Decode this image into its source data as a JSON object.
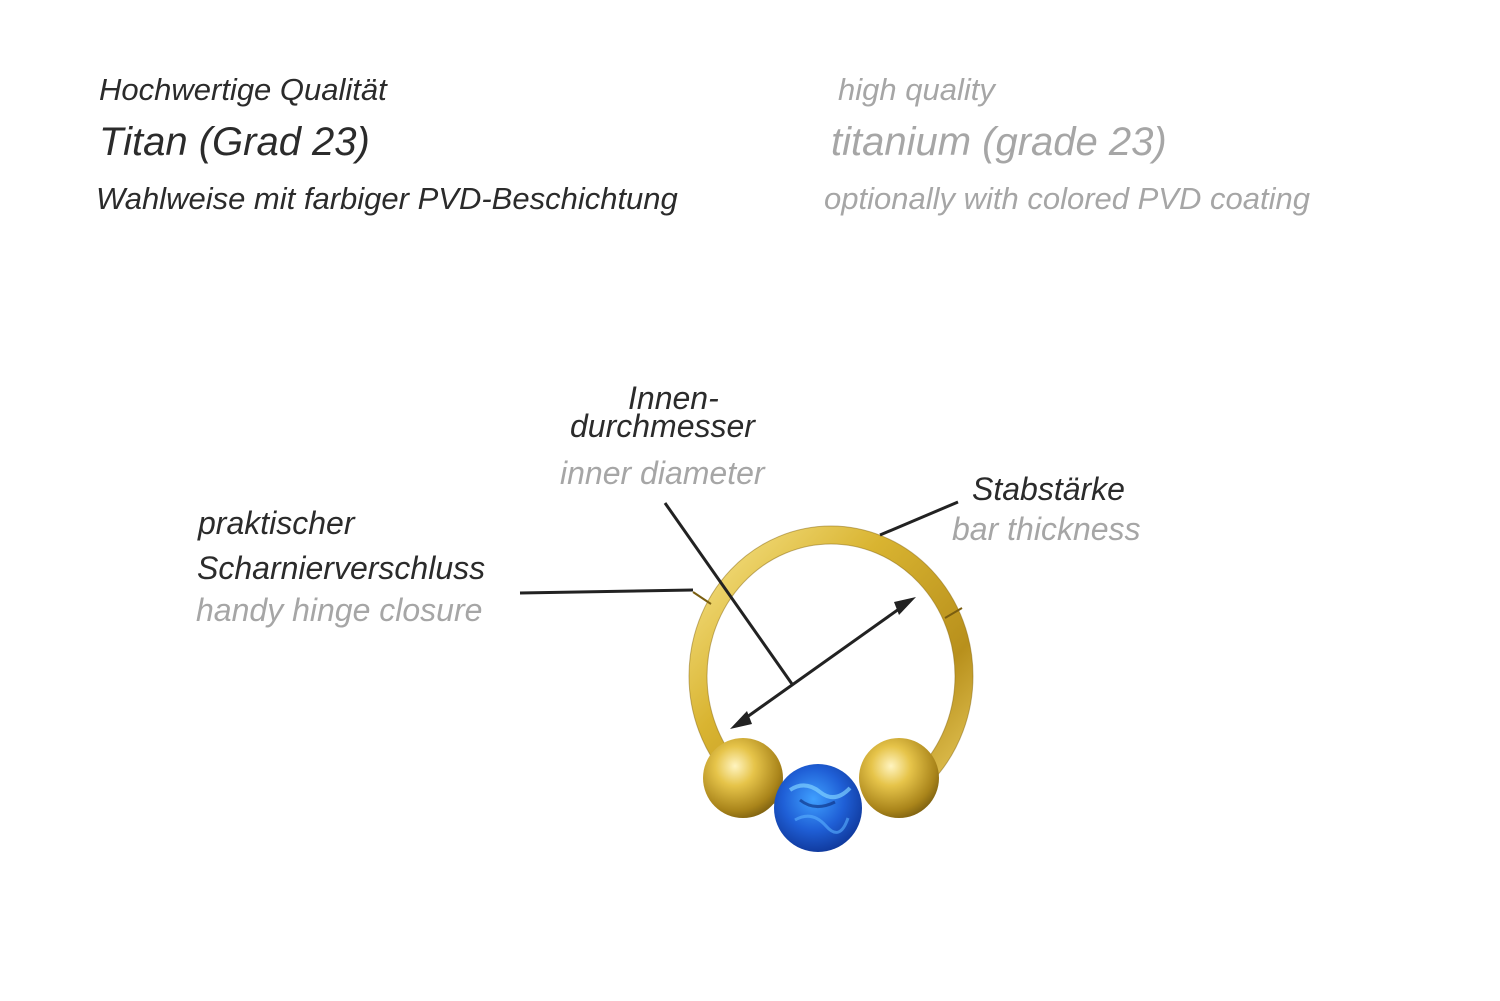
{
  "header": {
    "quality_de": "Hochwertige Qualität",
    "quality_en": "high quality",
    "material_de": "Titan (Grad 23)",
    "material_en": "titanium (grade 23)",
    "coating_de": "Wahlweise mit farbiger PVD-Beschichtung",
    "coating_en": "optionally with colored PVD coating"
  },
  "labels": {
    "inner_diameter_de_line1": "Innen-",
    "inner_diameter_de_line2": "durchmesser",
    "inner_diameter_en": "inner diameter",
    "bar_thickness_de": "Stabstärke",
    "bar_thickness_en": "bar thickness",
    "hinge_de_line1": "praktischer",
    "hinge_de_line2": "Scharnierverschluss",
    "hinge_en": "handy hinge closure"
  },
  "colors": {
    "german_text": "#2b2b2b",
    "english_text": "#a6a6a6",
    "ring_gold": "#d9b431",
    "gem_blue": "#1f5fd6",
    "leader_line": "#222222"
  }
}
